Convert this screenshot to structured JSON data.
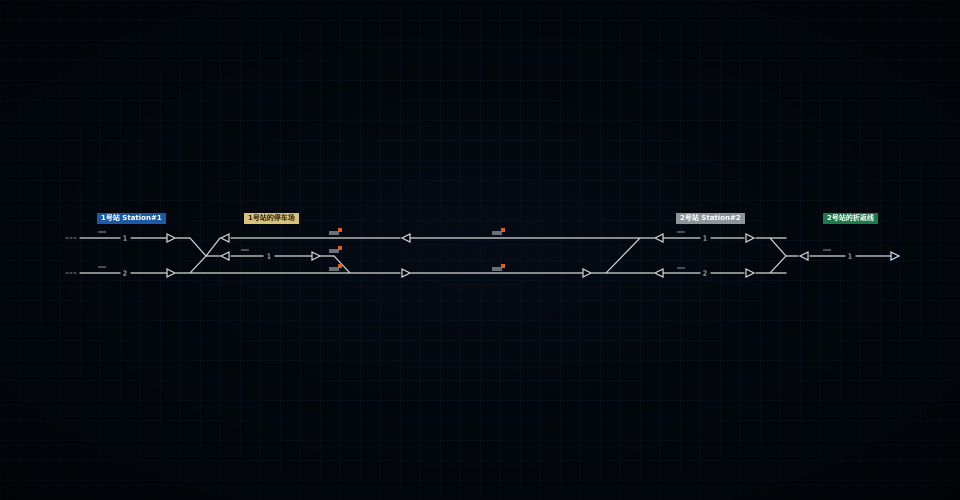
{
  "stations": {
    "station1": {
      "label": "1号站 Station#1",
      "color": "#1c5aa6"
    },
    "depot1": {
      "label": "1号站的停车场",
      "color": "#d9c37a"
    },
    "station2": {
      "label": "2号站 Station#2",
      "color": "#8f959b"
    },
    "depot2": {
      "label": "2号站的折返线",
      "color": "#1d7a4a"
    }
  },
  "tracks": {
    "st1_track1": "1",
    "st1_track2": "2",
    "depot1_track": "1",
    "st2_track1": "1",
    "st2_track2": "2",
    "depot2_track": "1"
  },
  "colors": {
    "track": "#d8d8d8",
    "signal_marker": "#e0601a",
    "background": "#03070d"
  }
}
